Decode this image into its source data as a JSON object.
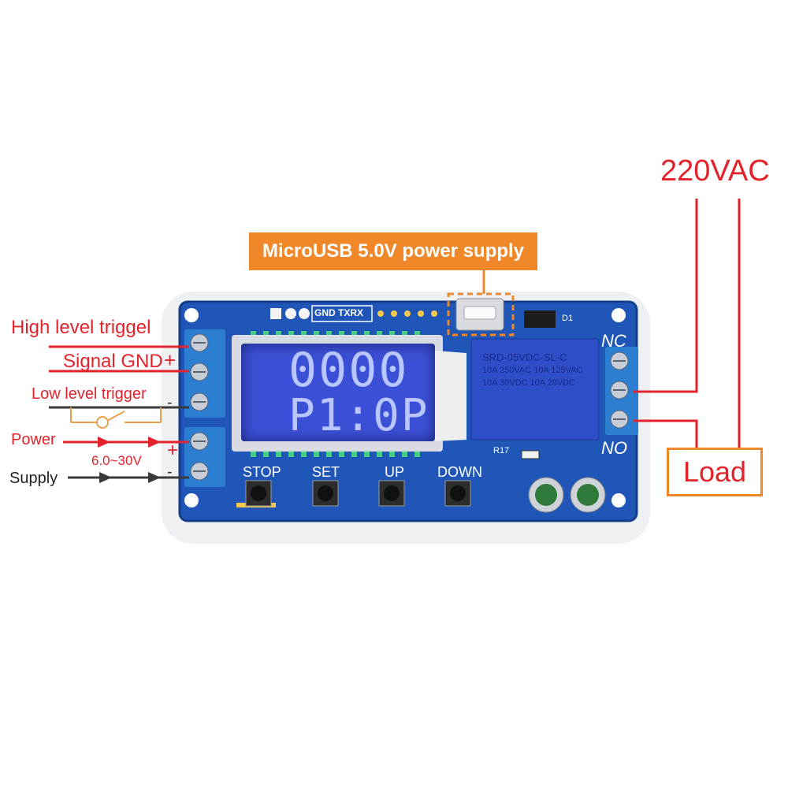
{
  "labels": {
    "high_level": "High level triggel",
    "signal_gnd": "Signal GND",
    "low_level": "Low level trigger",
    "power": "Power",
    "supply": "Supply",
    "voltage_range": "6.0~30V",
    "plus_top": "+",
    "plus_power": "+",
    "minus_signal": "-",
    "minus_power": "-",
    "ac_voltage": "220VAC",
    "nc": "NC",
    "no": "NO",
    "load": "Load",
    "usb": "MicroUSB 5.0V power supply"
  },
  "board": {
    "header_label": "GND TXRX",
    "d1": "D1",
    "r17": "R17",
    "lcd_line1": "0000",
    "lcd_line2": "P1:0P",
    "buttons": [
      "STOP",
      "SET",
      "UP",
      "DOWN"
    ],
    "relay_lines": [
      "SRD-05VDC-SL-C",
      "10A 250VAC 10A 125VAC",
      "10A 30VDC 10A 28VDC"
    ]
  },
  "colors": {
    "pcb": "#1f56b8",
    "terminal": "#2c7fd0",
    "relay": "#2e4fc8",
    "label_red": "#e3232b",
    "callout_orange": "#f0882a"
  }
}
